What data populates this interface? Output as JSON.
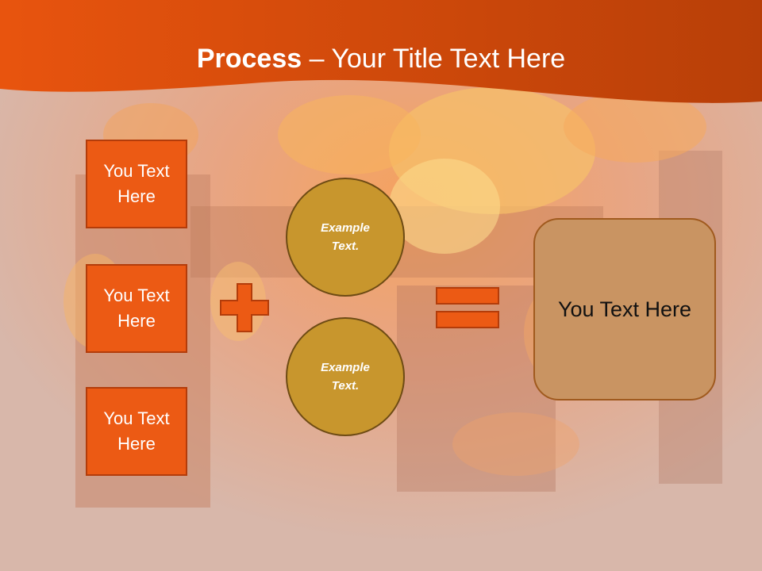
{
  "title": {
    "bold": "Process",
    "rest": " – Your Title Text Here"
  },
  "left_boxes": [
    "You Text\nHere",
    "You Text\nHere",
    "You Text\nHere"
  ],
  "circles": [
    "Example\nText.",
    "Example\nText."
  ],
  "result_box": "You Text Here",
  "colors": {
    "header": "#d44e0f",
    "box": "#ec5a14",
    "circle": "#c8962d",
    "result": "#c99462"
  }
}
